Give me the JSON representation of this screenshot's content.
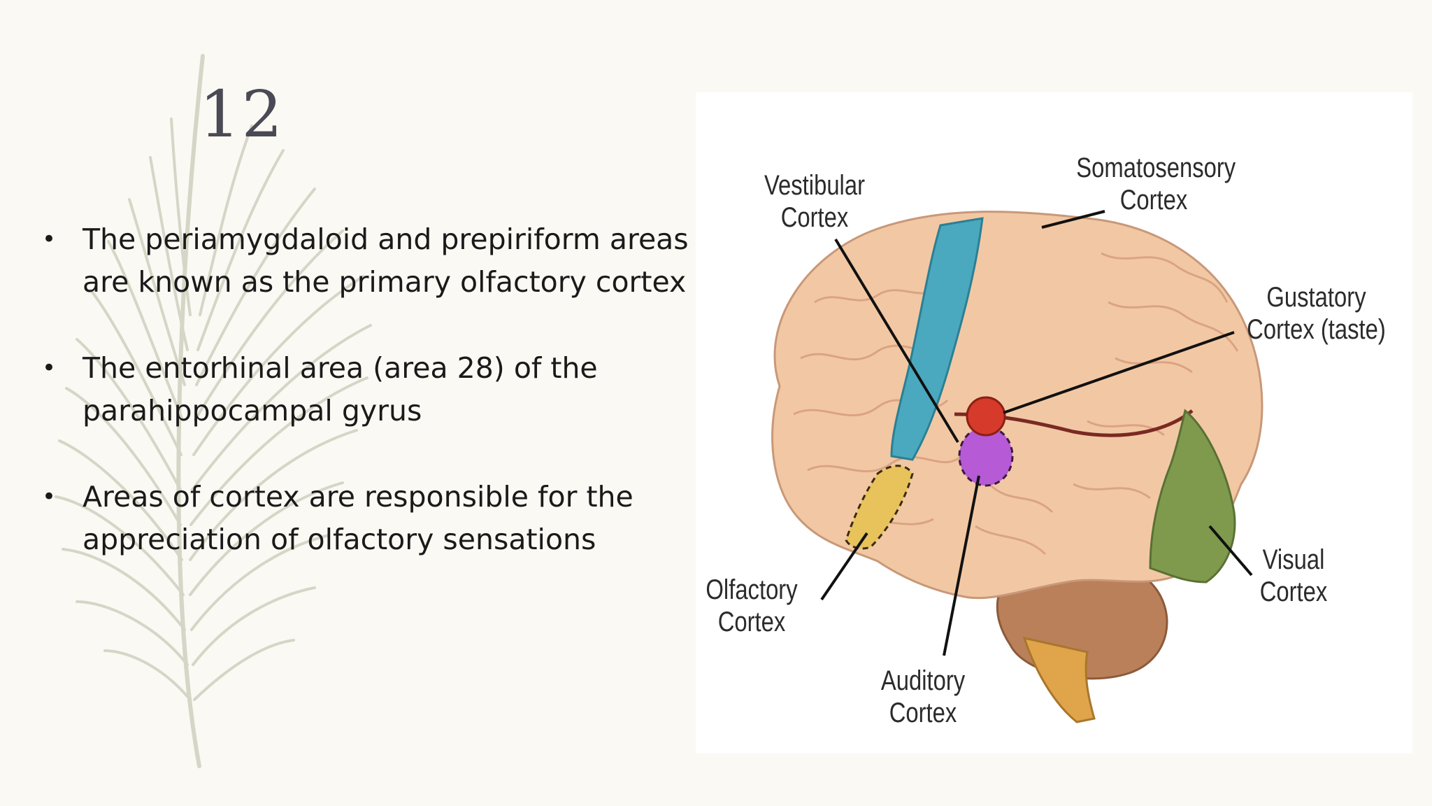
{
  "slide": {
    "number": "12",
    "bullets": [
      {
        "text": "The periamygdaloid and prepiriform areas are known as the primary olfactory cortex"
      },
      {
        "text": "The entorhinal area (area 28) of the parahippocampal gyrus"
      },
      {
        "text": "Areas of cortex are responsible for the appreciation of olfactory sensations"
      }
    ]
  },
  "figure": {
    "labels": {
      "vestibular": [
        "Vestibular",
        "Cortex"
      ],
      "somatosensory": [
        "Somatosensory",
        "Cortex"
      ],
      "gustatory": [
        "Gustatory",
        "Cortex (taste)"
      ],
      "visual": [
        "Visual",
        "Cortex"
      ],
      "olfactory": [
        "Olfactory",
        "Cortex"
      ],
      "auditory": "Auditory Cortex"
    },
    "colors": {
      "somatosensory": "#4aa9bf",
      "gustatory": "#d63a2a",
      "auditory": "#b65ad6",
      "visual": "#7f9a4c",
      "olfactory": "#e8c25a",
      "brain": "#f2c8a4",
      "cerebellum": "#b9805a"
    }
  }
}
